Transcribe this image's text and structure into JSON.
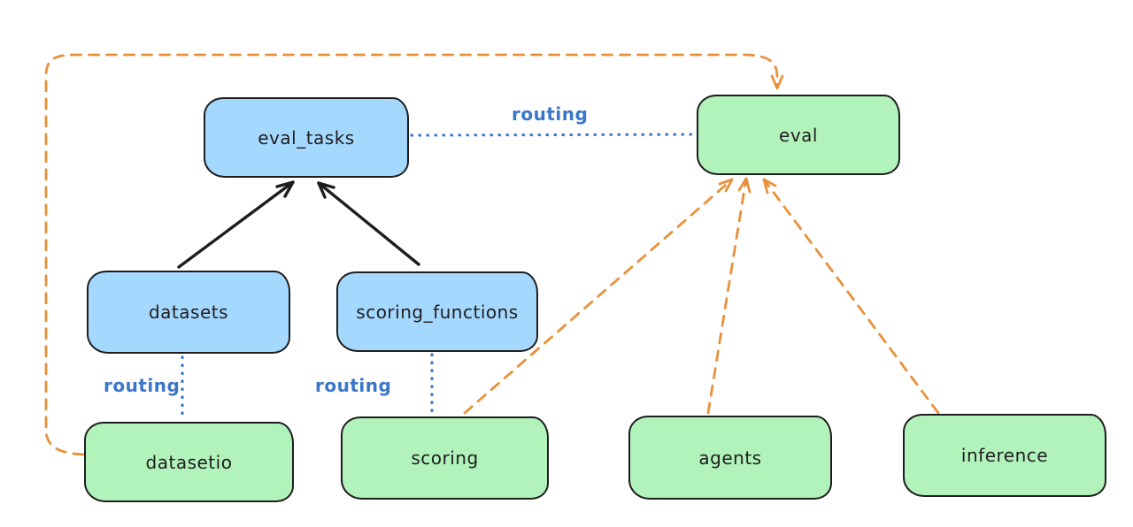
{
  "diagram": {
    "background": "#ffffff",
    "colors": {
      "resource_fill": "#a5d8ff",
      "provider_fill": "#b2f2bb",
      "stroke": "#1e1e1e",
      "routing_blue": "#3b76c9",
      "dashed_orange": "#e8913a"
    },
    "nodes": [
      {
        "id": "eval_tasks",
        "label": "eval_tasks",
        "fill": "#a5d8ff"
      },
      {
        "id": "eval",
        "label": "eval",
        "fill": "#b2f2bb"
      },
      {
        "id": "datasets",
        "label": "datasets",
        "fill": "#a5d8ff"
      },
      {
        "id": "scoring_functions",
        "label": "scoring_functions",
        "fill": "#a5d8ff"
      },
      {
        "id": "datasetio",
        "label": "datasetio",
        "fill": "#b2f2bb"
      },
      {
        "id": "scoring",
        "label": "scoring",
        "fill": "#b2f2bb"
      },
      {
        "id": "agents",
        "label": "agents",
        "fill": "#b2f2bb"
      },
      {
        "id": "inference",
        "label": "inference",
        "fill": "#b2f2bb"
      }
    ],
    "edges": [
      {
        "from": "datasets",
        "to": "eval_tasks",
        "type": "arrow",
        "stroke": "solid",
        "color": "#1e1e1e",
        "label": ""
      },
      {
        "from": "scoring_functions",
        "to": "eval_tasks",
        "type": "arrow",
        "stroke": "solid",
        "color": "#1e1e1e",
        "label": ""
      },
      {
        "from": "eval_tasks",
        "to": "eval",
        "type": "line",
        "stroke": "dotted",
        "color": "#3b76c9",
        "label": "routing"
      },
      {
        "from": "datasets",
        "to": "datasetio",
        "type": "line",
        "stroke": "dotted",
        "color": "#3b76c9",
        "label": "routing"
      },
      {
        "from": "scoring_functions",
        "to": "scoring",
        "type": "line",
        "stroke": "dotted",
        "color": "#3b76c9",
        "label": "routing"
      },
      {
        "from": "datasetio",
        "to": "eval",
        "type": "arrow",
        "stroke": "dashed",
        "color": "#e8913a",
        "label": ""
      },
      {
        "from": "scoring",
        "to": "eval",
        "type": "arrow",
        "stroke": "dashed",
        "color": "#e8913a",
        "label": ""
      },
      {
        "from": "agents",
        "to": "eval",
        "type": "arrow",
        "stroke": "dashed",
        "color": "#e8913a",
        "label": ""
      },
      {
        "from": "inference",
        "to": "eval",
        "type": "arrow",
        "stroke": "dashed",
        "color": "#e8913a",
        "label": ""
      }
    ]
  }
}
